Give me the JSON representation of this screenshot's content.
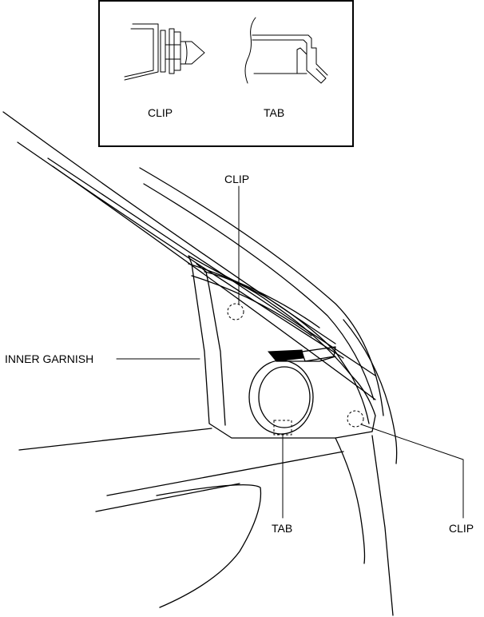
{
  "inset": {
    "clip_label": "CLIP",
    "tab_label": "TAB"
  },
  "callouts": {
    "clip_top": "CLIP",
    "inner_garnish": "INNER GARNISH",
    "tab_bottom": "TAB",
    "clip_right": "CLIP"
  }
}
